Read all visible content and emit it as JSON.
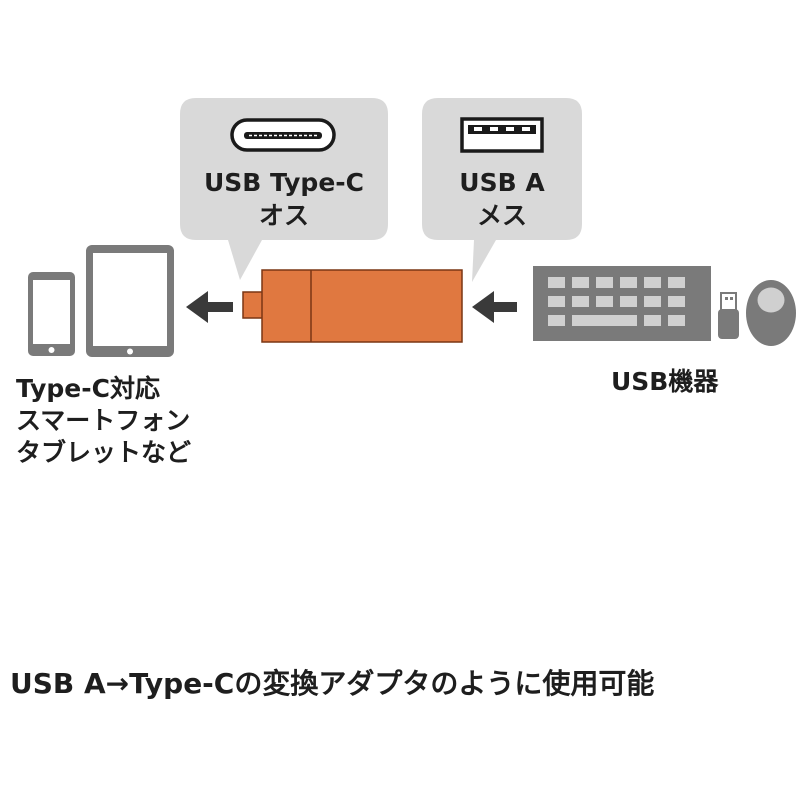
{
  "bubbles": {
    "typec": {
      "line1": "USB Type-C",
      "line2": "オス",
      "icon": "usb-type-c-port-icon"
    },
    "usba": {
      "line1": "USB A",
      "line2": "メス",
      "icon": "usb-a-port-icon"
    }
  },
  "left_device": {
    "line1": "Type-C対応",
    "line2": "スマートフォン",
    "line3": "タブレットなど",
    "icons": [
      "smartphone-icon",
      "tablet-icon"
    ]
  },
  "right_device": {
    "label": "USB機器",
    "icons": [
      "keyboard-icon",
      "usb-dongle-icon",
      "mouse-icon"
    ]
  },
  "adapter": {
    "icon": "usb-adapter-icon",
    "color": "#e07840"
  },
  "caption": "USB A→Type-Cの変換アダプタのように使用可能",
  "colors": {
    "bubble": "#d9d9d9",
    "device": "#7a7a7a",
    "arrow": "#3a3a3a"
  }
}
